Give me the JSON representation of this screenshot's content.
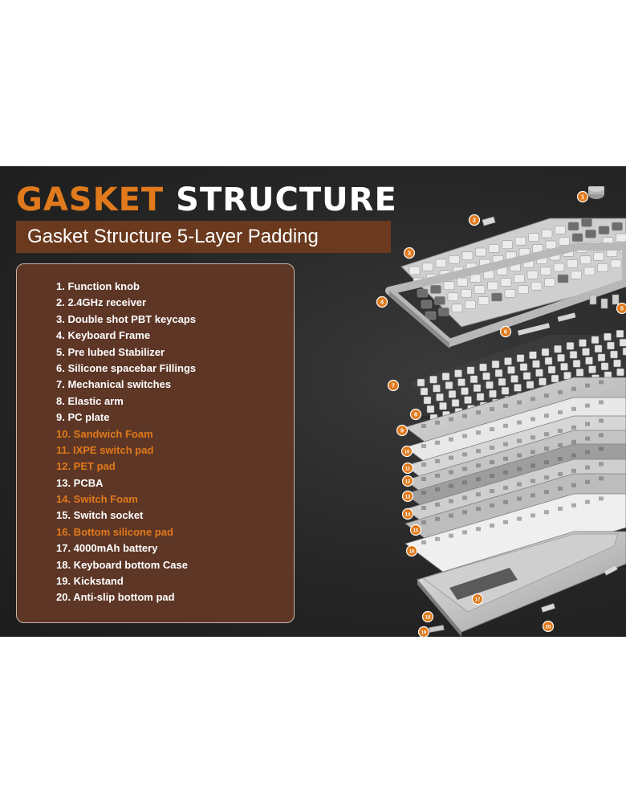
{
  "title": {
    "word1": "GASKET",
    "word2": "STRUCTURE"
  },
  "subtitle": "Gasket Structure 5-Layer Padding",
  "colors": {
    "accent": "#e07a1c",
    "panel": "#5e3626",
    "subtitle_bg": "#6b3a1e",
    "background": "#262626",
    "text": "#ffffff"
  },
  "parts": [
    {
      "label": "1. Function knob",
      "highlight": false
    },
    {
      "label": "2. 2.4GHz receiver",
      "highlight": false
    },
    {
      "label": "3. Double shot PBT keycaps",
      "highlight": false
    },
    {
      "label": "4. Keyboard Frame",
      "highlight": false
    },
    {
      "label": "5. Pre lubed Stabilizer",
      "highlight": false
    },
    {
      "label": "6. Silicone spacebar Fillings",
      "highlight": false
    },
    {
      "label": "7. Mechanical switches",
      "highlight": false
    },
    {
      "label": "8. Elastic arm",
      "highlight": false
    },
    {
      "label": "9. PC plate",
      "highlight": false
    },
    {
      "label": "10. Sandwich Foam",
      "highlight": true
    },
    {
      "label": "11. IXPE switch pad",
      "highlight": true
    },
    {
      "label": "12. PET pad",
      "highlight": true
    },
    {
      "label": "13. PCBA",
      "highlight": false
    },
    {
      "label": "14. Switch Foam",
      "highlight": true
    },
    {
      "label": "15. Switch socket",
      "highlight": false
    },
    {
      "label": "16. Bottom silicone pad",
      "highlight": true
    },
    {
      "label": "17. 4000mAh battery",
      "highlight": false
    },
    {
      "label": "18. Keyboard bottom Case",
      "highlight": false
    },
    {
      "label": "19. Kickstand",
      "highlight": false
    },
    {
      "label": "20. Anti-slip bottom pad",
      "highlight": false
    }
  ],
  "markers": [
    "1",
    "2",
    "3",
    "4",
    "5",
    "6",
    "7",
    "8",
    "9",
    "10",
    "11",
    "12",
    "13",
    "14",
    "15",
    "16",
    "17",
    "18",
    "19",
    "20"
  ]
}
